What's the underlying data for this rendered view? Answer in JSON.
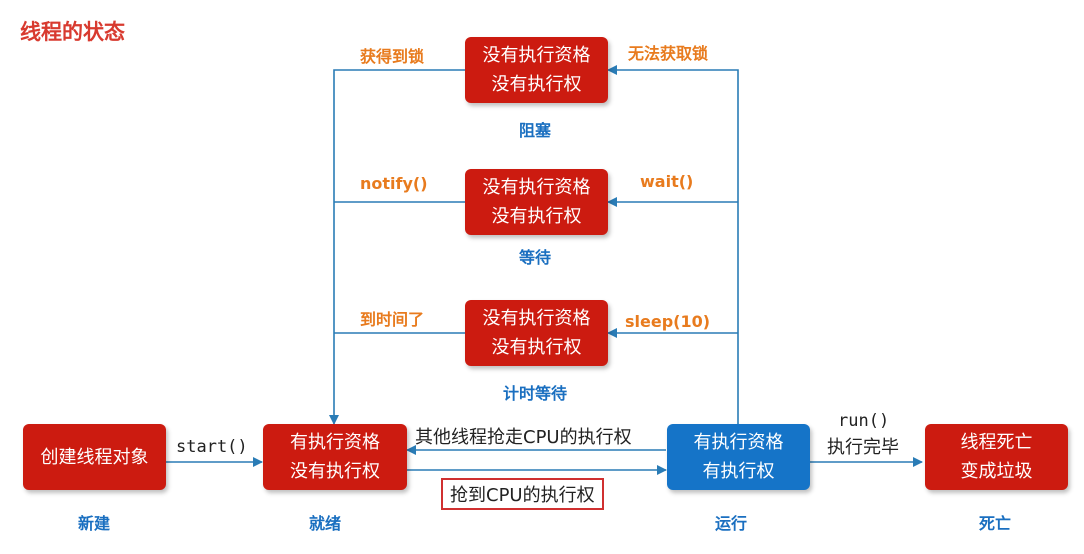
{
  "title": "线程的状态",
  "boxes": {
    "blocked": [
      "没有执行资格",
      "没有执行权"
    ],
    "waiting": [
      "没有执行资格",
      "没有执行权"
    ],
    "timed_waiting": [
      "没有执行资格",
      "没有执行权"
    ],
    "new": [
      "创建线程对象"
    ],
    "runnable": [
      "有执行资格",
      "没有执行权"
    ],
    "running": [
      "有执行资格",
      "有执行权"
    ],
    "dead": [
      "线程死亡",
      "变成垃圾"
    ]
  },
  "states": {
    "blocked": "阻塞",
    "waiting": "等待",
    "timed_waiting": "计时等待",
    "new": "新建",
    "runnable": "就绪",
    "running": "运行",
    "dead": "死亡"
  },
  "transitions": {
    "got_lock": "获得到锁",
    "cannot_get_lock": "无法获取锁",
    "notify": "notify()",
    "wait": "wait()",
    "time_up": "到时间了",
    "sleep": "sleep(10)",
    "start": "start()",
    "preempted": "其他线程抢走CPU的执行权",
    "got_cpu": "抢到CPU的执行权",
    "run": "run()",
    "run_done": "执行完毕"
  },
  "colors": {
    "red": "#cc1b10",
    "blue": "#1574c8",
    "orange": "#e87b1e",
    "title": "#d83a2f",
    "line": "#2a7cb6"
  }
}
